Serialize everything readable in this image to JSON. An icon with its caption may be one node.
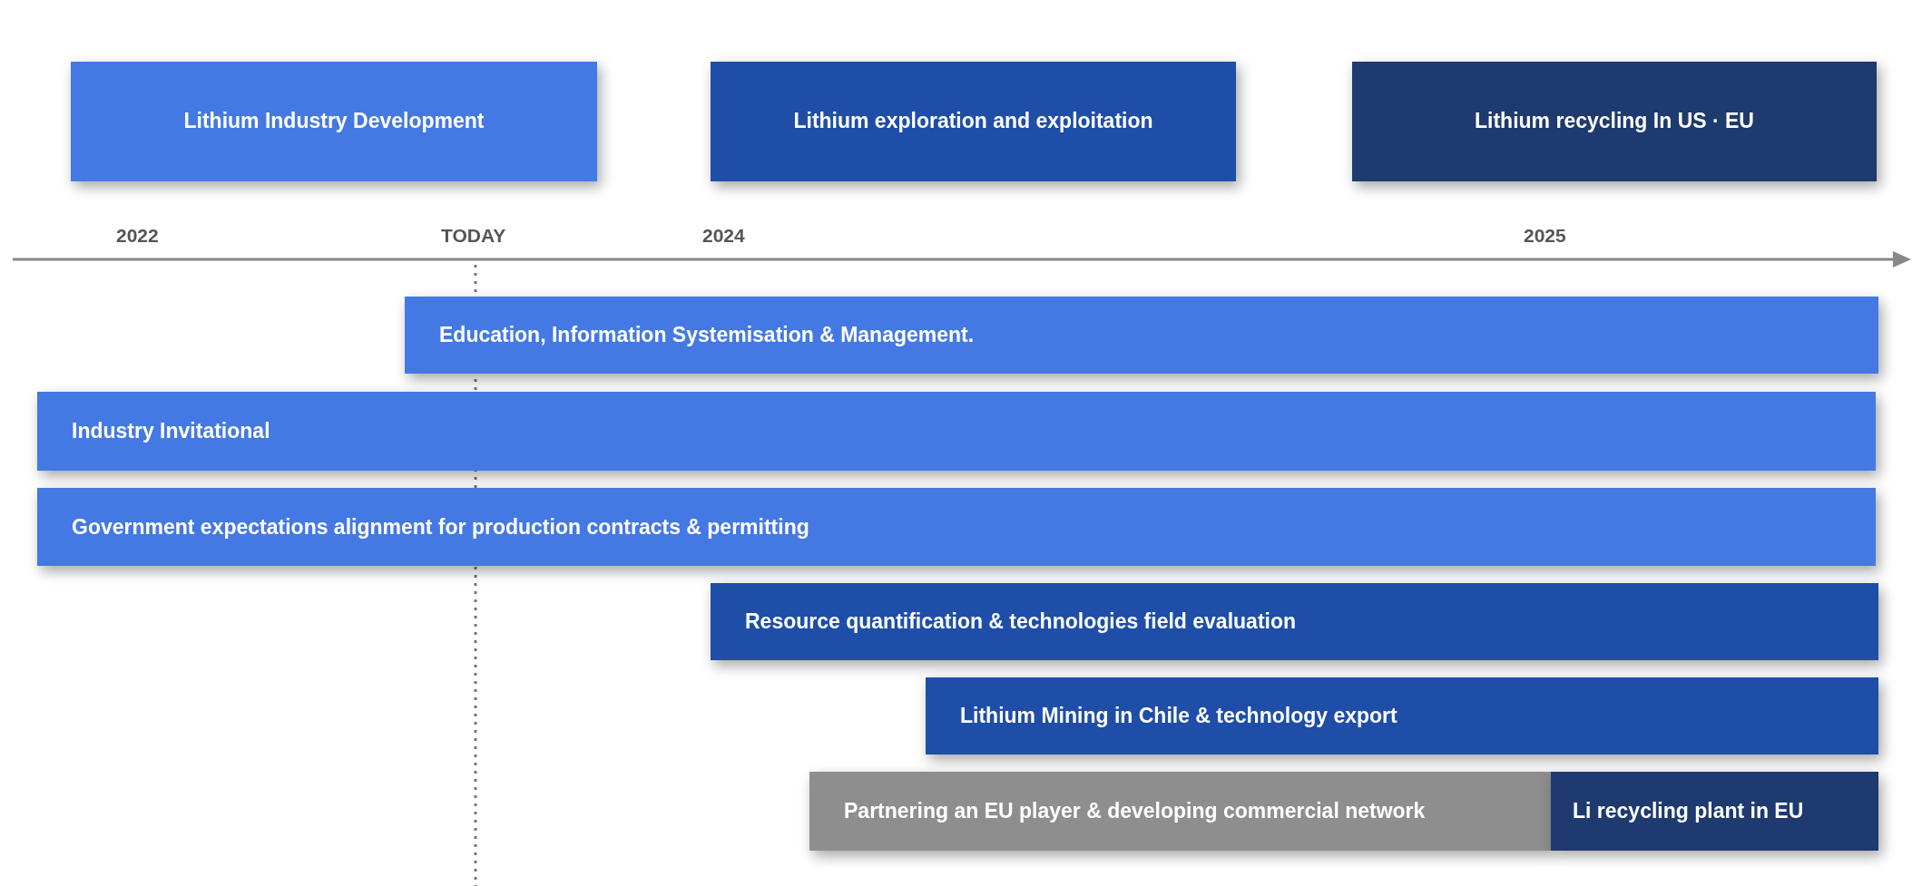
{
  "diagram": {
    "nodes": [
      {
        "text": [
          "Lithium Industry Development"
        ]
      },
      {
        "text": [
          "Lithium exploration and exploitation"
        ]
      },
      {
        "text": [
          "Lithium recycling In US · EU"
        ]
      },
      {
        "text": [
          "Education, Information Systemisation & Management."
        ]
      },
      {
        "text": [
          "Industry Invitational"
        ]
      },
      {
        "text": [
          "Government expectations alignment for production contracts & permitting"
        ]
      },
      {
        "text": [
          "Resource quantification & technologies field evaluation"
        ]
      },
      {
        "text": [
          "Lithium Mining in Chile & technology export"
        ]
      },
      {
        "text": [
          "Partnering an EU player & developing commercial network"
        ]
      },
      {
        "text": [
          "Li recycling plant in EU"
        ]
      }
    ],
    "edges": [],
    "labels": [
      "2022",
      "TODAY",
      "2024",
      "2025"
    ]
  }
}
